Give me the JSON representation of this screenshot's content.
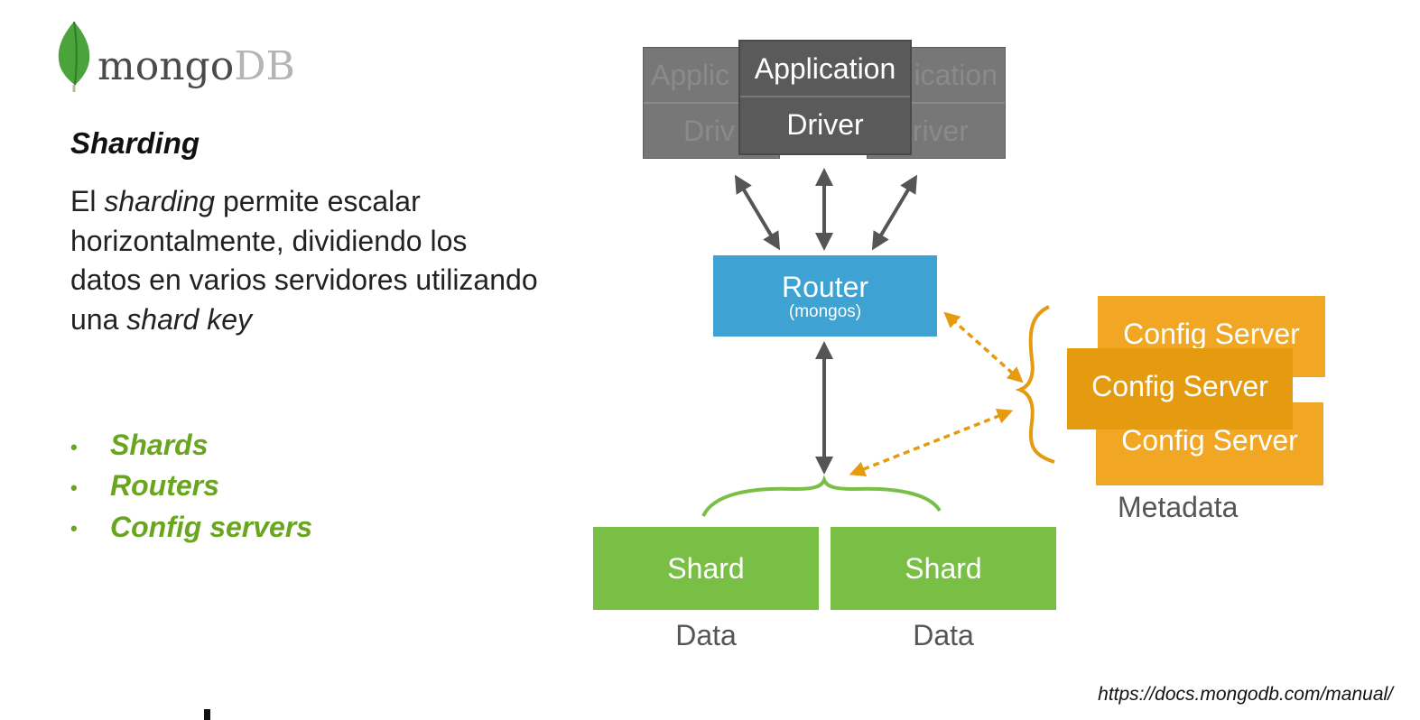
{
  "logo": {
    "word_main": "mongo",
    "word_accent": "DB",
    "leaf_color": "#4aa33b"
  },
  "slide": {
    "title": "Sharding",
    "description": {
      "p1": "El ",
      "em1": "sharding",
      "p2": " permite escalar horizontalmente, dividiendo los datos en varios servidores utilizando una ",
      "em2": "shard key"
    },
    "bullets": [
      "Shards",
      "Routers",
      "Config servers"
    ],
    "bullet_color": "#6aa51f"
  },
  "diagram": {
    "application": {
      "top_label": "Application",
      "bottom_label": "Driver",
      "back_left_top": "Applic",
      "back_left_bottom": "Driv",
      "back_right_top": "ication",
      "back_right_bottom": "river"
    },
    "router": {
      "label": "Router",
      "sublabel": "(mongos)",
      "color": "#3ea2d3"
    },
    "config_servers": {
      "label": "Config Server",
      "caption": "Metadata",
      "color": "#e59b10"
    },
    "shards": [
      {
        "label": "Shard",
        "caption": "Data"
      },
      {
        "label": "Shard",
        "caption": "Data"
      }
    ],
    "shard_color": "#79be45"
  },
  "citation": "https://docs.mongodb.com/manual/"
}
